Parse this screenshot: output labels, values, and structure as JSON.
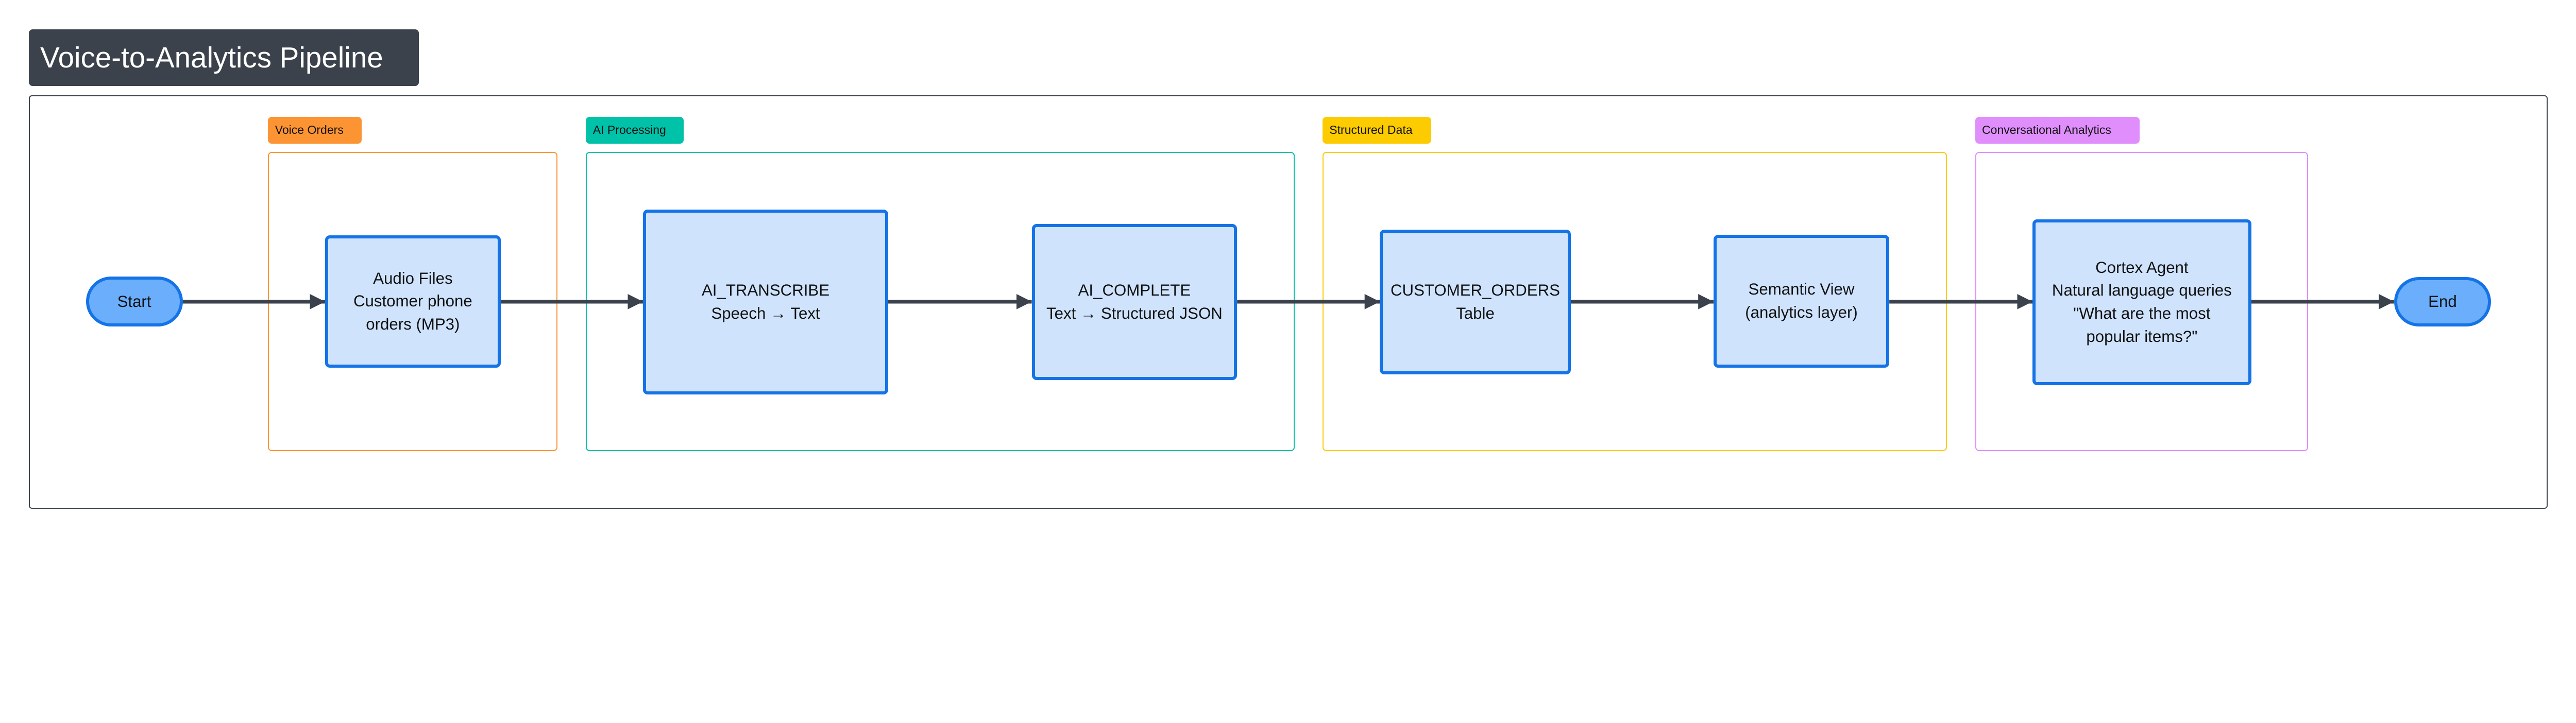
{
  "title": "Voice-to-Analytics Pipeline",
  "groups": [
    {
      "label": "Voice Orders",
      "color": "#fd9434"
    },
    {
      "label": "AI Processing",
      "color": "#00c2a8"
    },
    {
      "label": "Structured Data",
      "color": "#fccb00"
    },
    {
      "label": "Conversational Analytics",
      "color": "#df8efc"
    }
  ],
  "nodes": {
    "start": "Start",
    "audio": [
      "Audio Files",
      "Customer phone",
      "orders (MP3)"
    ],
    "transcribe": [
      "AI_TRANSCRIBE",
      "Speech → Text"
    ],
    "complete": [
      "AI_COMPLETE",
      "Text → Structured JSON"
    ],
    "orders": [
      "CUSTOMER_ORDERS",
      "Table"
    ],
    "semantic": [
      "Semantic View",
      "(analytics layer)"
    ],
    "cortex": [
      "Cortex Agent",
      "Natural language queries",
      "\"What are the most",
      "popular items?\""
    ],
    "end": "End"
  },
  "colors": {
    "node_fill": "#cfe3fd",
    "node_border": "#1473e6",
    "terminal_fill": "#6aaefc",
    "edge": "#3b424c"
  }
}
